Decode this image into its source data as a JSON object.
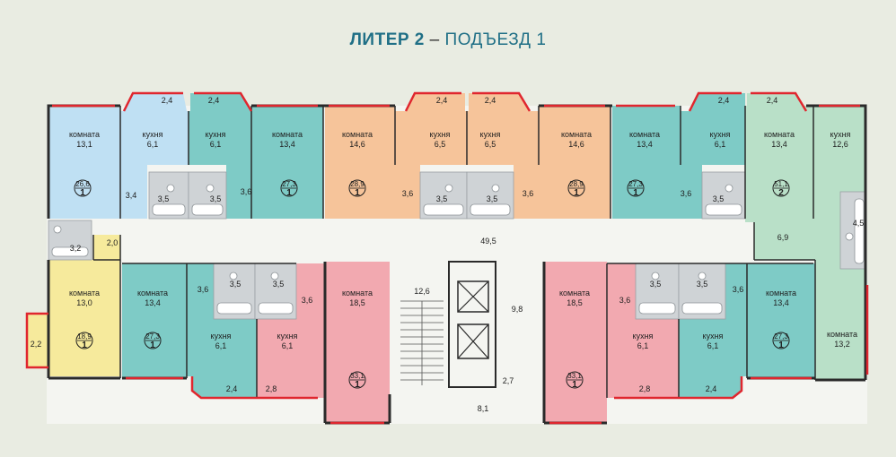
{
  "header": {
    "title_bold": "ЛИТЕР 2",
    "dash": "–",
    "title_rest": "ПОДЪЕЗД 1"
  },
  "colors": {
    "background": "#e9ece2",
    "blue": "#bfe0f3",
    "teal": "#7ecbc6",
    "orange": "#f6c49a",
    "green": "#b9e0c8",
    "yellow": "#f6ea9c",
    "pink": "#f2a9b0",
    "bath": "#cfd3d6",
    "hall": "#f4f5f1",
    "wall": "#2a2a2a",
    "balcony": "#e0262e"
  },
  "labels": {
    "room": "комната",
    "kitchen": "кухня",
    "a": "13,1",
    "b": "6,1",
    "c": "6,1",
    "d": "13,4",
    "e": "14,6",
    "f": "6,5",
    "g": "6,5",
    "h": "14,6",
    "i": "13,4",
    "j": "6,1",
    "k": "13,4",
    "l": "12,6",
    "m": "13,0",
    "n": "13,4",
    "o": "18,5",
    "p": "6,1",
    "q": "6,1",
    "r": "18,5",
    "s": "6,1",
    "t": "6,1",
    "u": "13,4",
    "v": "13,2",
    "bal1": "2,4",
    "bal2": "2,4",
    "bal3": "2,4",
    "bal4": "2,4",
    "bal5": "2,4",
    "bal6": "2,4",
    "bal7": "2,4",
    "bal8": "2,8",
    "bal9": "2,8",
    "bal10": "2,4",
    "bal11": "2,2",
    "w1": "3,4",
    "w2": "3,5",
    "w3": "3,5",
    "w4": "3,6",
    "w5": "3,6",
    "w6": "3,5",
    "w7": "3,5",
    "w8": "3,6",
    "w9": "3,6",
    "w10": "3,5",
    "w11": "4,5",
    "w12": "3,2",
    "w13": "2,0",
    "w14": "3,6",
    "w15": "3,5",
    "w16": "3,5",
    "w17": "3,6",
    "w18": "3,6",
    "w19": "3,5",
    "w20": "3,5",
    "w21": "3,6",
    "corridor": "49,5",
    "hall2": "6,9",
    "stair": "12,6",
    "lift": "9,8",
    "vest1": "2,7",
    "vest2": "8,1"
  },
  "badges": [
    {
      "area": "26,6",
      "rooms": "1"
    },
    {
      "area": "27,3",
      "rooms": "1"
    },
    {
      "area": "28,9",
      "rooms": "1"
    },
    {
      "area": "28,9",
      "rooms": "1"
    },
    {
      "area": "27,3",
      "rooms": "1"
    },
    {
      "area": "51,1",
      "rooms": "2"
    },
    {
      "area": "18,9",
      "rooms": "1"
    },
    {
      "area": "27,3",
      "rooms": "1"
    },
    {
      "area": "33,1",
      "rooms": "1"
    },
    {
      "area": "33,1",
      "rooms": "1"
    },
    {
      "area": "27,3",
      "rooms": "1"
    }
  ]
}
